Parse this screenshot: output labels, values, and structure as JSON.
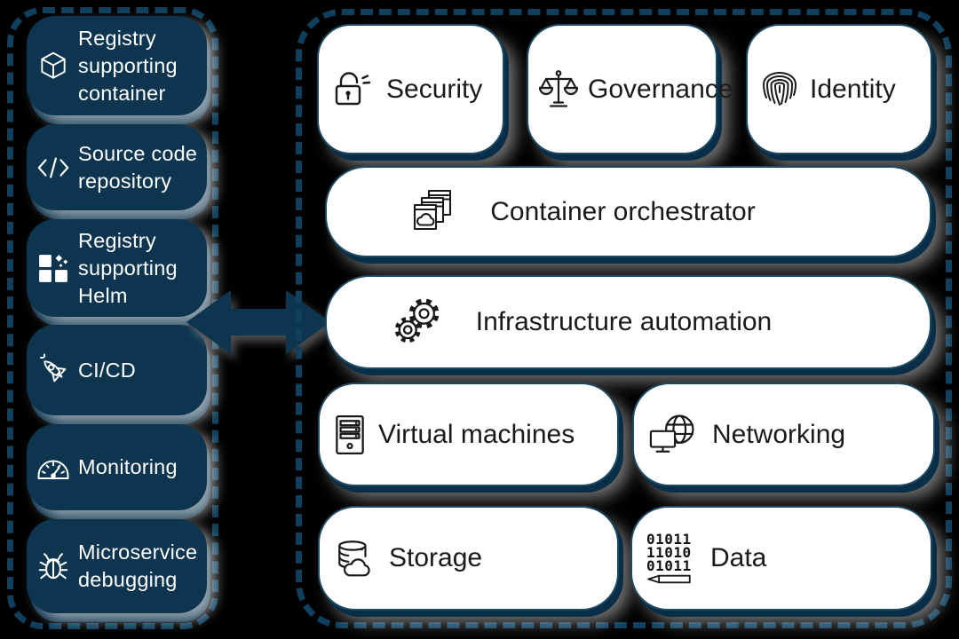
{
  "colors": {
    "background": "#000000",
    "navy": "#0E3550",
    "dashed_border": "#10405E",
    "box_border": "#1E4A61",
    "text_light": "#FFFFFF",
    "text_dark": "#1A1A1A"
  },
  "left_panel": {
    "items": [
      {
        "label": "Registry supporting container",
        "icon": "container-cube-icon"
      },
      {
        "label": "Source code repository",
        "icon": "code-brackets-icon"
      },
      {
        "label": "Registry supporting Helm",
        "icon": "helm-registry-icon"
      },
      {
        "label": "CI/CD",
        "icon": "rocket-icon"
      },
      {
        "label": "Monitoring",
        "icon": "gauge-icon"
      },
      {
        "label": "Microservice debugging",
        "icon": "bug-icon"
      }
    ]
  },
  "arrow": {
    "direction": "bidirectional"
  },
  "right_panel": {
    "row1": [
      {
        "label": "Security",
        "icon": "open-lock-icon"
      },
      {
        "label": "Governance",
        "icon": "scales-icon"
      },
      {
        "label": "Identity",
        "icon": "fingerprint-icon"
      }
    ],
    "row2": {
      "label": "Container orchestrator",
      "icon": "stacked-windows-cloud-icon"
    },
    "row3": {
      "label": "Infrastructure automation",
      "icon": "gears-icon"
    },
    "row4": [
      {
        "label": "Virtual machines",
        "icon": "server-tower-icon"
      },
      {
        "label": "Networking",
        "icon": "globe-monitor-icon"
      }
    ],
    "row5": [
      {
        "label": "Storage",
        "icon": "database-cloud-icon"
      },
      {
        "label": "Data",
        "icon": "binary-pencil-icon"
      }
    ]
  },
  "binary_icon": {
    "line1": "01011",
    "line2": "11010",
    "line3": "01011"
  }
}
